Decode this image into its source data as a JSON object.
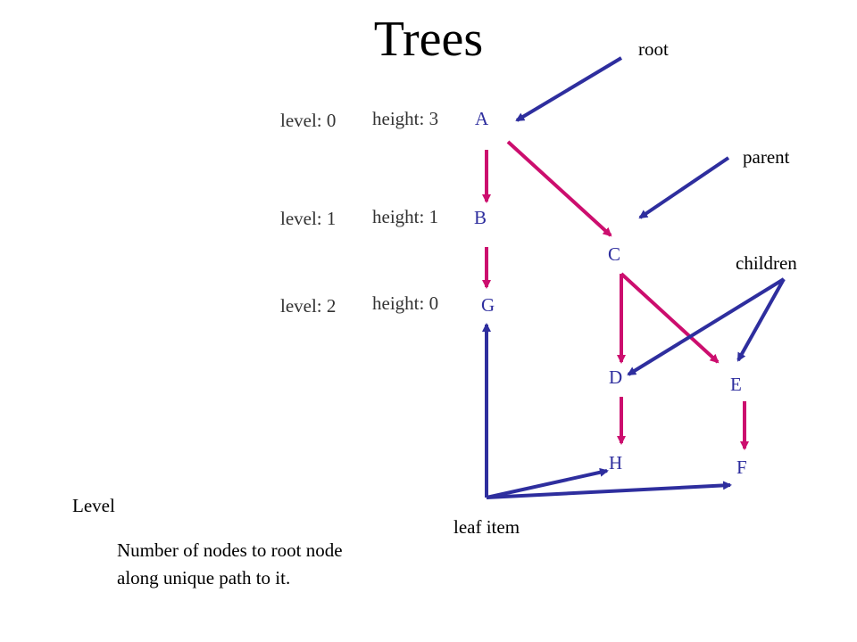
{
  "title": "Trees",
  "nodes": {
    "A": "A",
    "B": "B",
    "C": "C",
    "D": "D",
    "E": "E",
    "F": "F",
    "G": "G",
    "H": "H"
  },
  "levels": [
    "level: 0",
    "level: 1",
    "level: 2"
  ],
  "heights": [
    "height: 3",
    "height: 1",
    "height: 0"
  ],
  "annotations": {
    "root": "root",
    "parent": "parent",
    "children": "children",
    "leaf_item": "leaf item"
  },
  "definition": {
    "term": "Level",
    "line1": "Number of nodes to root node",
    "line2": "along unique path to it."
  },
  "colors": {
    "tree_edge": "#cc0e6e",
    "annotation_arrow": "#2e2e9e",
    "node_label": "#2e2e9e"
  }
}
